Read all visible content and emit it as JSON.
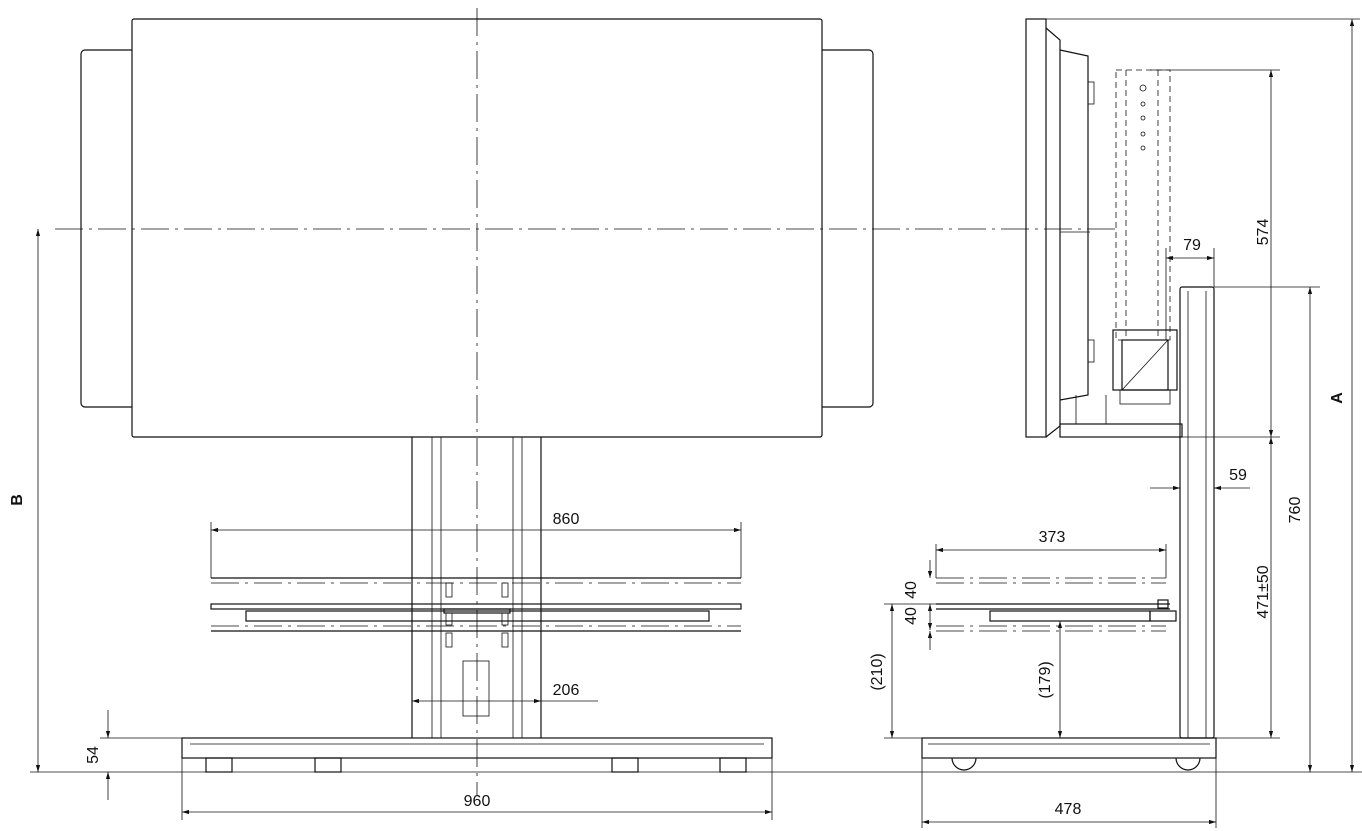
{
  "dimensions": {
    "panel_height_574": "574",
    "column_offset_79": "79",
    "overall_A": "A",
    "overall_B": "B",
    "column_depth_59": "59",
    "height_760": "760",
    "shelf_height_range": "471±50",
    "shelf_width_860": "860",
    "shelf_depth_373": "373",
    "shelf_step_upper": "40",
    "shelf_step_lower": "40",
    "shelf_clearance_210": "(210)",
    "shelf_clearance_179": "(179)",
    "column_width_206": "206",
    "base_height_54": "54",
    "base_width_960": "960",
    "base_depth_478": "478"
  }
}
